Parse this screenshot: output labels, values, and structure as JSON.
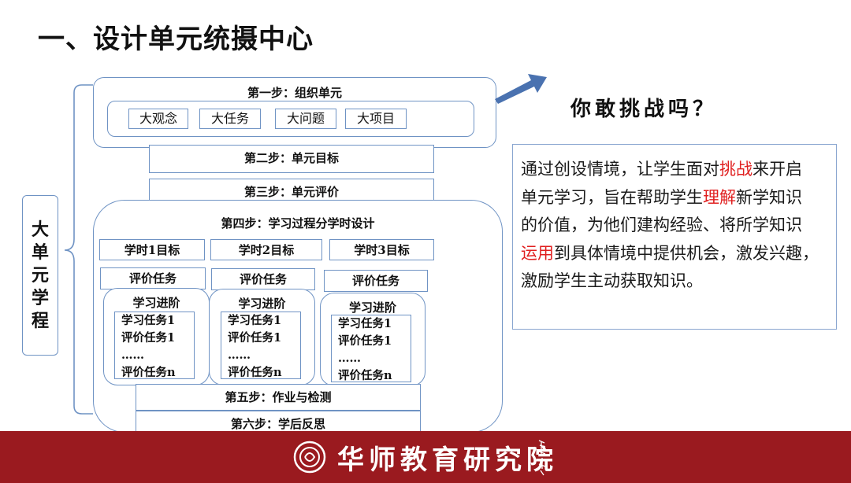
{
  "title": "一、设计单元统摄中心",
  "side_label": [
    "大",
    "单",
    "元",
    "学",
    "程"
  ],
  "step1": {
    "label": "第一步：组织单元",
    "chips": [
      "大观念",
      "大任务",
      "大问题",
      "大项目"
    ]
  },
  "step2": {
    "label": "第二步：单元目标"
  },
  "step3": {
    "label": "第三步：单元评价"
  },
  "step4": {
    "label": "第四步：学习过程分学时设计",
    "columns": [
      {
        "goal": "学时1目标",
        "eval": "评价任务",
        "progress": "学习进阶",
        "items": [
          "学习任务1",
          "评价任务1",
          "……",
          "评价任务n"
        ]
      },
      {
        "goal": "学时2目标",
        "eval": "评价任务",
        "progress": "学习进阶",
        "items": [
          "学习任务1",
          "评价任务1",
          "……",
          "评价任务n"
        ]
      },
      {
        "goal": "学时3目标",
        "eval": "评价任务",
        "progress": "学习进阶",
        "items": [
          "学习任务1",
          "评价任务1",
          "……",
          "评价任务n"
        ]
      }
    ]
  },
  "step5": {
    "label": "第五步：作业与检测"
  },
  "step6": {
    "label": "第六步：学后反思"
  },
  "challenge": "你敢挑战吗？",
  "description": {
    "line1_a": "通过创设情境，让学生面对",
    "line1_red": "挑战",
    "line1_b": "来开启",
    "line2_a": "单元学习，旨在帮助学生",
    "line2_red": "理解",
    "line2_b": "新学知识",
    "line3": "的价值，为他们建构经验、将所学知识",
    "line4_red": "运用",
    "line4_b": "到具体情境中提供机会，激发兴趣，",
    "line5": "激励学生主动获取知识。"
  },
  "footer": {
    "name": "华师教育研究院"
  },
  "colors": {
    "border": "#6f93c4",
    "accent_red": "#e02020",
    "footer_bg": "#9a1a1f",
    "arrow": "#4a72b0"
  }
}
